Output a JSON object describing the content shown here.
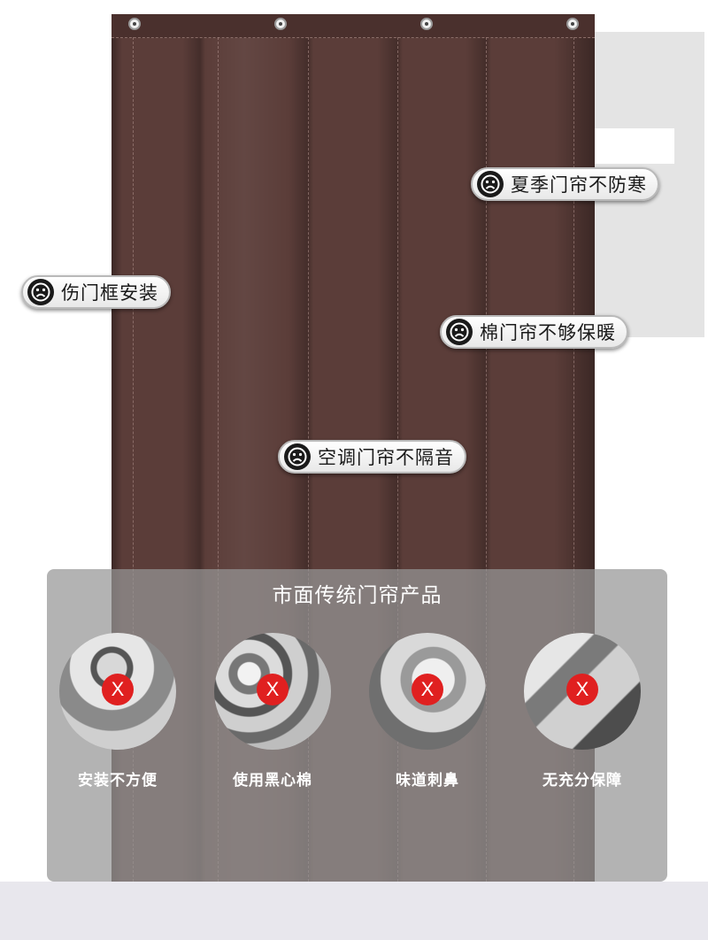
{
  "badges": {
    "summer": "夏季门帘不防寒",
    "frame": "伤门框安装",
    "cotton": "棉门帘不够保暖",
    "ac": "空调门帘不隔音"
  },
  "panel": {
    "title": "市面传统门帘产品",
    "items": [
      {
        "label": "安装不方便",
        "mark": "X",
        "icon": "worker-drill-photo"
      },
      {
        "label": "使用黑心棉",
        "mark": "X",
        "icon": "black-cotton-photo"
      },
      {
        "label": "味道刺鼻",
        "mark": "X",
        "icon": "woman-holding-nose-photo"
      },
      {
        "label": "无充分保障",
        "mark": "X",
        "icon": "no-guarantee-photo"
      }
    ]
  },
  "colors": {
    "curtain": "#5b3d39",
    "badge_x": "#e02020",
    "panel": "#969696"
  }
}
